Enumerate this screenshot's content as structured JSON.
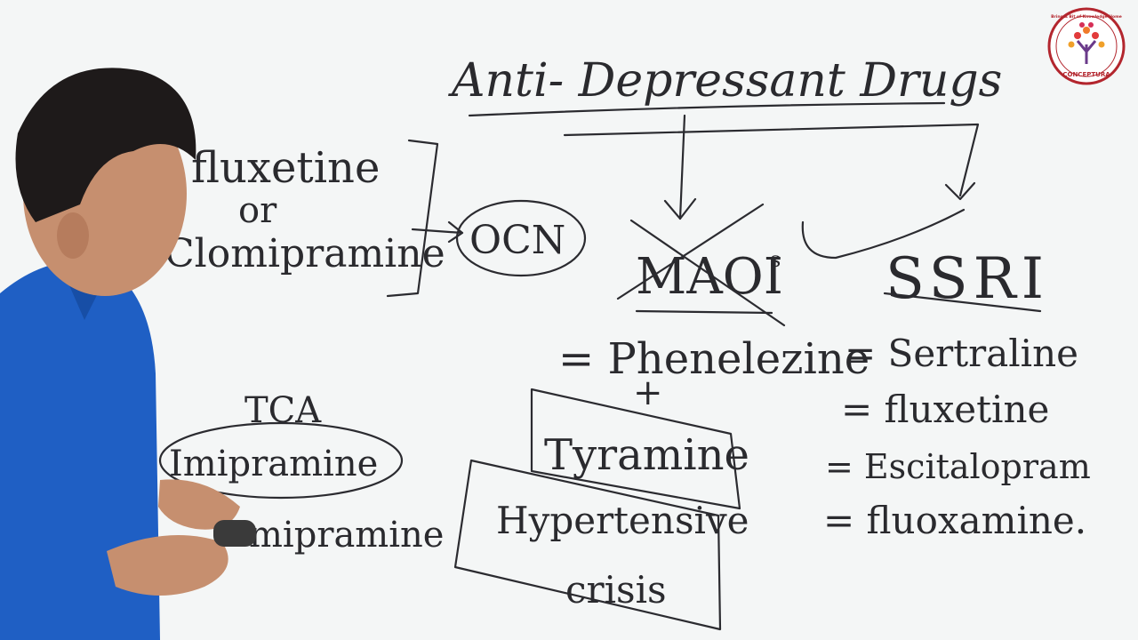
{
  "board": {
    "title": "Anti- Depressant Drugs",
    "left_top": {
      "drug_a": "fluxetine",
      "or_word": "or",
      "drug_b": "Clomipramine",
      "target": "OCN"
    },
    "maoi": {
      "heading": "MAOI",
      "superscript": "s",
      "example": "= Phenelezine",
      "plus": "+",
      "food": "Tyramine",
      "outcome_line1": "Hypertensive",
      "outcome_line2": "crisis"
    },
    "ssri": {
      "heading": "SSRI",
      "items": [
        "= Sertraline",
        "= fluxetine",
        "= Escitalopram",
        "= fluoxamine."
      ]
    },
    "tca": {
      "heading": "TCA",
      "items": [
        "Imipramine",
        "mipramine"
      ]
    }
  },
  "logo": {
    "brand": "CONCEPTURA",
    "tagline": "Bring A Bit of Knowledge Home",
    "icon": "tree-icon",
    "color": "#b3262e"
  },
  "colors": {
    "board": "#f4f6f6",
    "ink": "#2a2a2e",
    "shirt": "#1f5fc4"
  }
}
